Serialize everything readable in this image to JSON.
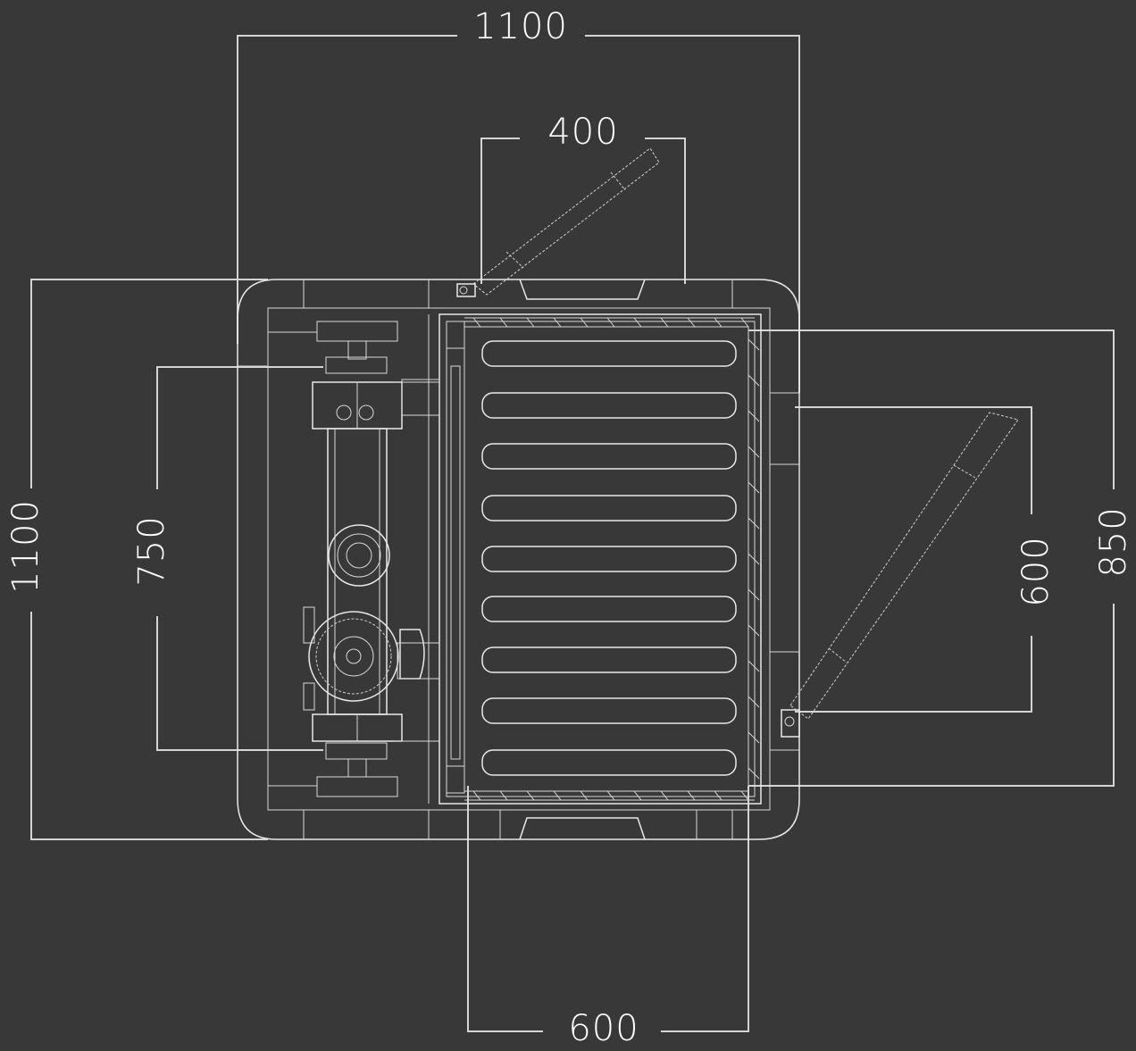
{
  "dimensions": {
    "top_width": "1100",
    "top_door": "400",
    "left_height": "1100",
    "left_inner": "750",
    "right_outer": "850",
    "right_door": "600",
    "bottom_width": "600"
  },
  "colors": {
    "background": "#383838",
    "lines": "#e8e8e8",
    "text": "#ffffff"
  }
}
